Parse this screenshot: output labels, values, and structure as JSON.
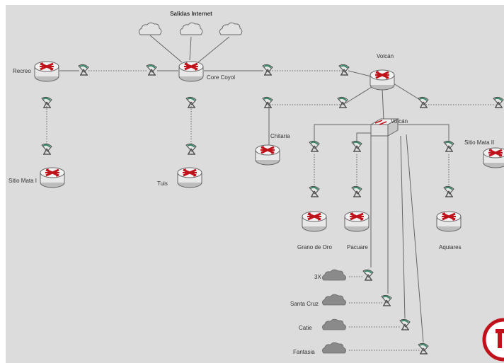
{
  "title": "Salidas Internet",
  "colors": {
    "background": "#dcdcdc",
    "frame": "#ffffff",
    "router_body": "#eeeeee",
    "router_arrows": "#c0121b",
    "antenna": "#3a8a6a",
    "cloud_outline": "#ffffff",
    "cloud_gray": "#808080",
    "line": "#555555",
    "logo": "#c0121b"
  },
  "labels": {
    "recreo": "Recreo",
    "core_coyol": "Core Coyol",
    "volcan_router": "Volcán",
    "volcan_switch": "Volcán",
    "chitaria": "Chitaria",
    "sitio_mata_left": "Sitio Mata I",
    "tuis": "Tuis",
    "sitio_mata_right": "Sitio Mata II",
    "grano_de_oro": "Grano de Oro",
    "pacuare": "Pacuare",
    "aquiares": "Aquiares",
    "c3x": "3X",
    "santa_cruz": "Santa Cruz",
    "catie": "Catie",
    "fantasia": "Fantasia"
  },
  "icons": {
    "router": "router-icon",
    "antenna": "satellite-dish-icon",
    "switch": "switch-icon",
    "cloud": "cloud-icon",
    "logo": "logo-partial-icon"
  }
}
